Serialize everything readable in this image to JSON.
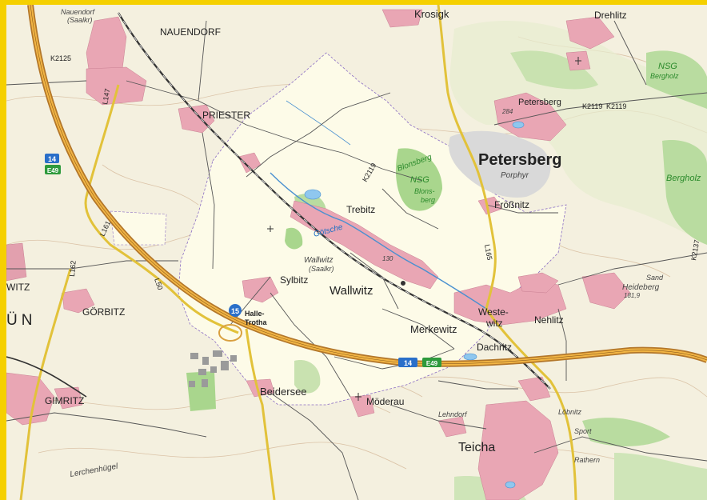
{
  "map": {
    "colors": {
      "background": "#f7f4e8",
      "highlight_area": "#fffff0",
      "settlement": "#e8a7b4",
      "settlement_dark": "#d07a8d",
      "forest": "#b9dca0",
      "forest_dark": "#8ec878",
      "water": "#8fc7ee",
      "motorway": "#c8842c",
      "motorway_core": "#f0b040",
      "federal_road": "#f0d040",
      "railway": "#333333",
      "contour": "#c7a98a",
      "border_frame": "#f5d000"
    },
    "places": {
      "nauendorf_small": "Nauendorf",
      "nauendorf_small_sub": "(Saalkr)",
      "nauendorf": "NAUENDORF",
      "krosigk": "Krosigk",
      "drehlitz": "Drehlitz",
      "priester": "PRIESTER",
      "petersberg_top": "Petersberg",
      "petersberg": "Petersberg",
      "porphyr": "Porphyr",
      "frossnitz": "Frößnitz",
      "trebitz": "Trebitz",
      "wallwitz_small": "Wallwitz",
      "wallwitz_small_sub": "(Saalkr)",
      "wallwitz": "Wallwitz",
      "sylbitz": "Sylbitz",
      "halle_trotha": "Halle-",
      "halle_trotha_2": "Trotha",
      "westewitz": "Weste-",
      "westewitz_2": "witz",
      "merkewitz": "Merkewitz",
      "dachritz": "Dachritz",
      "nehlitz": "Nehlitz",
      "witz_left": "WITZ",
      "goerbitz": "GÖRBITZ",
      "uen": "ÜN",
      "gimritz": "GIMRITZ",
      "beidersee": "Beidersee",
      "moederau": "Möderau",
      "teicha": "Teicha",
      "lehndorf": "Lehndorf",
      "sport": "Sport",
      "rathern": "Rathern",
      "loebnitz": "Löbnitz",
      "lerchenhuegel": "Lerchenhügel",
      "heideberg_sand": "Sand",
      "heideberg": "Heideberg",
      "bergholz": "Bergholz"
    },
    "nsg": {
      "blonsberg": "Blonsberg",
      "nsg_label": "NSG",
      "blons": "Blons-",
      "berg": "berg",
      "nsg_right": "NSG",
      "bergholz_nsg": "Bergholz"
    },
    "water": {
      "goetsche": "Götsche"
    },
    "roads": {
      "k2125": "K2125",
      "k2119_top": "K2119",
      "k2119_mid": "K2119",
      "k2119_right": "K2119",
      "l147": "L147",
      "l161": "L161",
      "l162": "L162",
      "l50": "L50",
      "l165": "L165",
      "k2137": "K2137"
    },
    "shields": {
      "a14_left": "14",
      "e49_left": "E49",
      "a14_bottom": "14",
      "e49_bottom": "E49",
      "junction": "15"
    },
    "spot_heights": {
      "petersberg_h": "284",
      "heideberg_h": "181,9",
      "trebitz_h": "130"
    }
  }
}
